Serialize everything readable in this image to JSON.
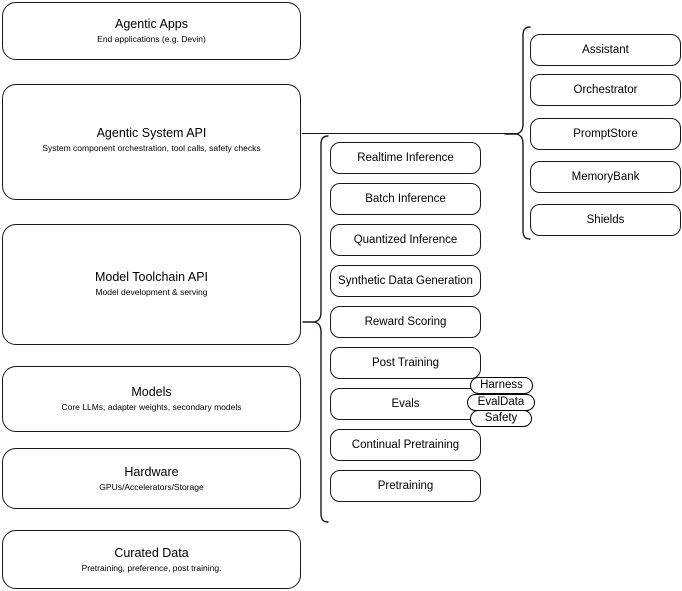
{
  "diagram": {
    "title": "Agentic AI stack layered architecture diagram",
    "stroke_color": "#1a1a1a",
    "background_color": "#ffffff"
  },
  "stack_layers": [
    {
      "name": "agentic-apps",
      "title": "Agentic Apps",
      "subtitle": "End applications (e.g. Devin)"
    },
    {
      "name": "agentic-system-api",
      "title": "Agentic System API",
      "subtitle": "System component orchestration, tool calls, safety checks"
    },
    {
      "name": "model-toolchain-api",
      "title": "Model Toolchain API",
      "subtitle": "Model development & serving"
    },
    {
      "name": "models",
      "title": "Models",
      "subtitle": "Core LLMs, adapter weights, secondary models"
    },
    {
      "name": "hardware",
      "title": "Hardware",
      "subtitle": "GPUs/Accelerators/Storage"
    },
    {
      "name": "curated-data",
      "title": "Curated Data",
      "subtitle": "Pretraining, preference, post training."
    }
  ],
  "toolchain_components": [
    {
      "name": "realtime-inference",
      "label": "Realtime Inference"
    },
    {
      "name": "batch-inference",
      "label": "Batch Inference"
    },
    {
      "name": "quantized-inference",
      "label": "Quantized Inference"
    },
    {
      "name": "synthetic-data-generation",
      "label": "Synthetic Data Generation"
    },
    {
      "name": "reward-scoring",
      "label": "Reward Scoring"
    },
    {
      "name": "post-training",
      "label": "Post Training"
    },
    {
      "name": "evals",
      "label": "Evals"
    },
    {
      "name": "continual-pretraining",
      "label": "Continual Pretraining"
    },
    {
      "name": "pretraining",
      "label": "Pretraining"
    }
  ],
  "eval_subcomponents": [
    {
      "name": "harness",
      "label": "Harness"
    },
    {
      "name": "evaldata",
      "label": "EvalData"
    },
    {
      "name": "safety",
      "label": "Safety"
    }
  ],
  "system_components": [
    {
      "name": "assistant",
      "label": "Assistant"
    },
    {
      "name": "orchestrator",
      "label": "Orchestrator"
    },
    {
      "name": "promptstore",
      "label": "PromptStore"
    },
    {
      "name": "memorybank",
      "label": "MemoryBank"
    },
    {
      "name": "shields",
      "label": "Shields"
    }
  ]
}
